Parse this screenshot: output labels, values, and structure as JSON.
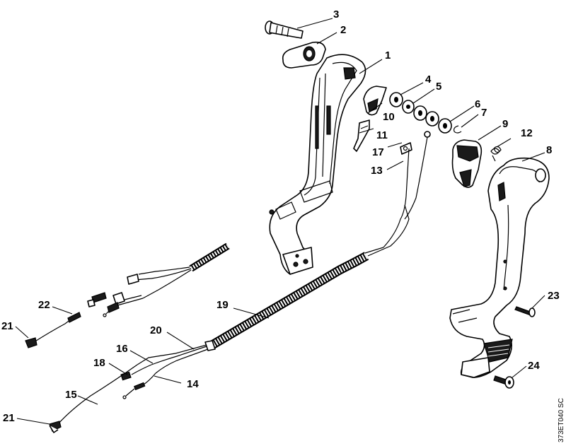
{
  "diagram": {
    "code": "373ET040 SC",
    "callouts": [
      "1",
      "2",
      "3",
      "4",
      "5",
      "6",
      "7",
      "8",
      "9",
      "10",
      "11",
      "12",
      "13",
      "14",
      "15",
      "16",
      "17",
      "18",
      "19",
      "20",
      "21",
      "21",
      "22",
      "23",
      "24"
    ]
  }
}
